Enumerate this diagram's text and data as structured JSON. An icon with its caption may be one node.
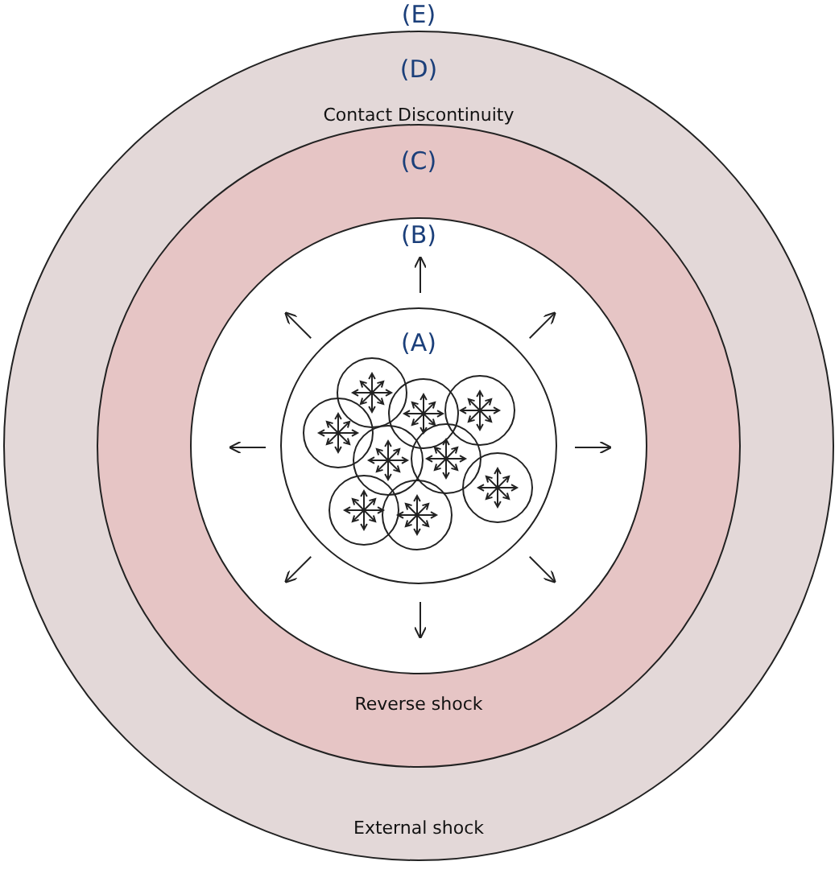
{
  "diagram": {
    "nodes": [
      {
        "text": [
          "(D)",
          "Contact Discontinuity",
          "External shock"
        ]
      },
      {
        "text": [
          "(C)",
          "Reverse shock"
        ],
        "in": 0
      },
      {
        "text": [
          "(B)"
        ],
        "in": 1
      },
      {
        "text": [
          "(A)"
        ],
        "in": 2
      },
      {
        "text": [],
        "shape": "circle",
        "in": 3
      },
      {
        "text": [],
        "shape": "circle",
        "in": 3
      },
      {
        "text": [],
        "shape": "circle",
        "in": 3
      },
      {
        "text": [],
        "shape": "circle",
        "in": 3
      },
      {
        "text": [],
        "shape": "circle",
        "in": 3
      },
      {
        "text": [],
        "shape": "circle",
        "in": 3
      },
      {
        "text": [],
        "shape": "circle",
        "in": 3
      },
      {
        "text": [],
        "shape": "circle",
        "in": 3
      },
      {
        "text": [],
        "shape": "circle",
        "in": 3
      }
    ],
    "edges": [],
    "labels": [
      "(E)"
    ]
  }
}
